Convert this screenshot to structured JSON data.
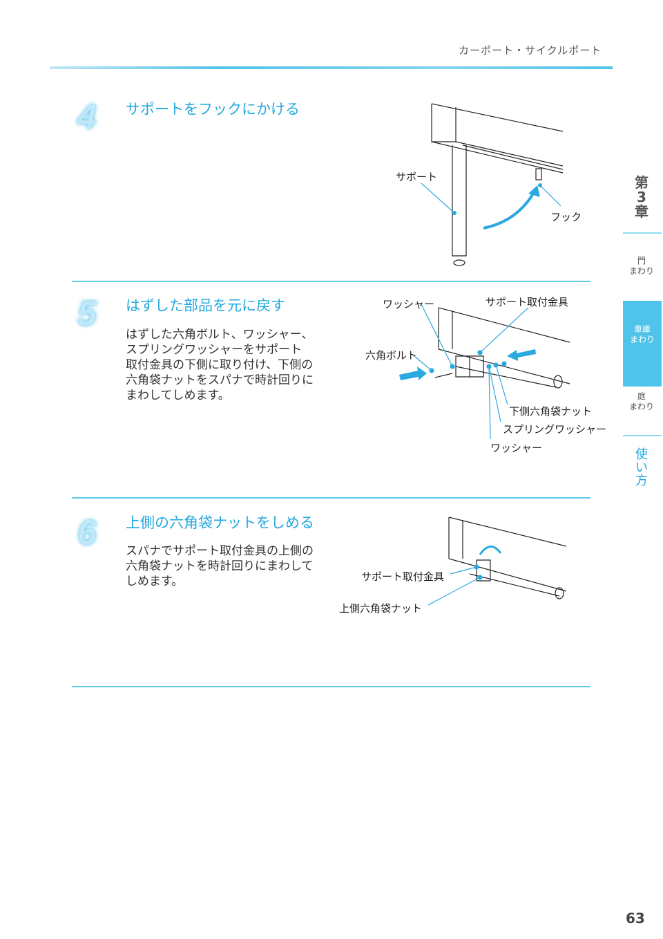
{
  "header": {
    "section": "カーポート・サイクルポート"
  },
  "steps": [
    {
      "number": "4",
      "title": "サポートをフックにかける",
      "labels": {
        "support": "サポート",
        "hook": "フック"
      }
    },
    {
      "number": "5",
      "title": "はずした部品を元に戻す",
      "lines": [
        "はずした六角ボルト、ワッシャー、",
        "スプリングワッシャーをサポート",
        "取付金具の下側に取り付け、下側の",
        "六角袋ナットをスパナで時計回りに",
        "まわしてしめます。"
      ],
      "labels": {
        "washer_top": "ワッシャー",
        "bracket": "サポート取付金具",
        "hex_bolt": "六角ボルト",
        "lower_nut": "下側六角袋ナット",
        "spring_washer": "スプリングワッシャー",
        "washer_bottom": "ワッシャー"
      }
    },
    {
      "number": "6",
      "title": "上側の六角袋ナットをしめる",
      "lines": [
        "スパナでサポート取付金具の上側の",
        "六角袋ナットを時計回りにまわして",
        "しめます。"
      ],
      "labels": {
        "bracket": "サポート取付金具",
        "upper_nut": "上側六角袋ナット"
      }
    }
  ],
  "sidebar": {
    "chapter": [
      "第",
      "3",
      "章"
    ],
    "items": [
      {
        "l1": "門",
        "l2": "まわり"
      },
      {
        "l1": "車庫",
        "l2": "まわり"
      },
      {
        "l1": "庭",
        "l2": "まわり"
      }
    ],
    "usage": [
      "使",
      "い",
      "方"
    ]
  },
  "page_number": "63",
  "colors": {
    "accent": "#22a8e0",
    "tab_active": "#4fc3ea"
  }
}
